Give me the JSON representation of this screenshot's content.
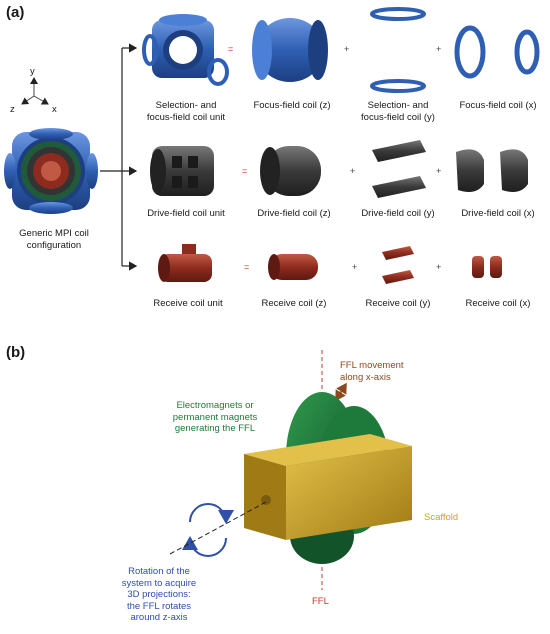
{
  "panels": {
    "a": "(a)",
    "b": "(b)"
  },
  "axes": {
    "y": "y",
    "z": "z",
    "x": "x"
  },
  "generic": {
    "line1": "Generic MPI coil",
    "line2": "configuration"
  },
  "rows": {
    "selection": {
      "unit": "Selection- and",
      "unit2": "focus-field coil unit",
      "c1": "Focus-field coil (z)",
      "c2a": "Selection- and",
      "c2b": "focus-field coil (y)",
      "c3": "Focus-field coil (x)"
    },
    "drive": {
      "unit": "Drive-field coil unit",
      "c1": "Drive-field coil (z)",
      "c2": "Drive-field coil (y)",
      "c3": "Drive-field coil (x)"
    },
    "receive": {
      "unit": "Receive coil unit",
      "c1": "Receive coil (z)",
      "c2": "Receive coil (y)",
      "c3": "Receive coil (x)"
    }
  },
  "operators": {
    "eq": "=",
    "plus": "+"
  },
  "panel_b": {
    "ffl_move1": "FFL movement",
    "ffl_move2": "along x-axis",
    "magnets1": "Electromagnets or",
    "magnets2": "permanent magnets",
    "magnets3": "generating the FFL",
    "scaffold": "Scaffold",
    "rotation1": "Rotation of the",
    "rotation2": "system to acquire",
    "rotation3": "3D projections:",
    "rotation4": "the FFL rotates",
    "rotation5": "around z-axis",
    "ffl": "FFL"
  },
  "colors": {
    "blue": "#2f5fb3",
    "dark": "#3a3a3a",
    "red": "#8e2b1f",
    "green": "#1e7a3a",
    "gold": "#c9a227",
    "brown": "#8b4a1e",
    "note_blue": "#2f4fa8"
  }
}
